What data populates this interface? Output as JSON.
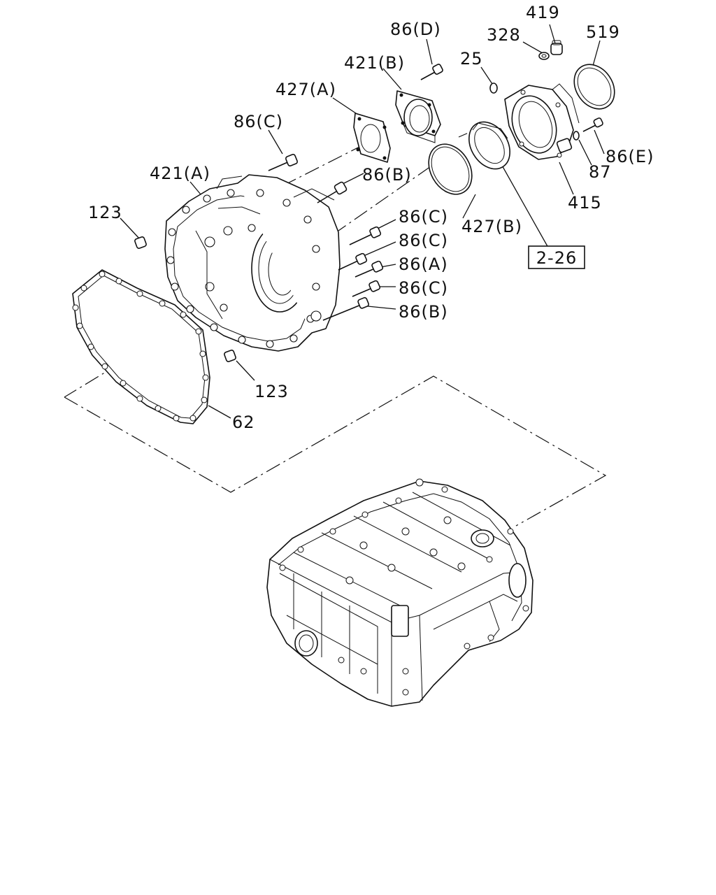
{
  "callouts": {
    "c419": "419",
    "c328": "328",
    "c519": "519",
    "c86d": "86(D)",
    "c25": "25",
    "c421b": "421(B)",
    "c427a": "427(A)",
    "c86c_top": "86(C)",
    "c86e": "86(E)",
    "c87": "87",
    "c421a": "421(A)",
    "c86b_top": "86(B)",
    "c415": "415",
    "c123_top": "123",
    "c427b": "427(B)",
    "c86c_1": "86(C)",
    "c86c_2": "86(C)",
    "c86a": "86(A)",
    "c86c_3": "86(C)",
    "c86b_low": "86(B)",
    "c123_low": "123",
    "c62": "62",
    "ref": "2-26"
  }
}
